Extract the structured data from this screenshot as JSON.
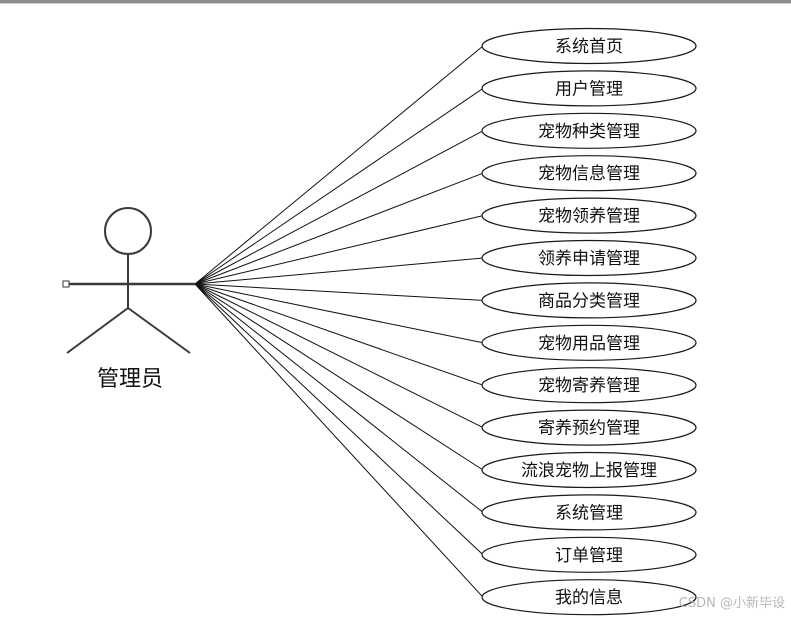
{
  "actor": {
    "label": "管理员"
  },
  "use_cases": [
    "系统首页",
    "用户管理",
    "宠物种类管理",
    "宠物信息管理",
    "宠物领养管理",
    "领养申请管理",
    "商品分类管理",
    "宠物用品管理",
    "宠物寄养管理",
    "寄养预约管理",
    "流浪宠物上报管理",
    "系统管理",
    "订单管理",
    "我的信息"
  ],
  "watermark": "CSDN @小新毕设",
  "colors": {
    "line": "#111111",
    "actor_stroke": "#3a3a3a",
    "ellipse_stroke": "#1a1a1a",
    "watermark": "#b8b8b8"
  }
}
